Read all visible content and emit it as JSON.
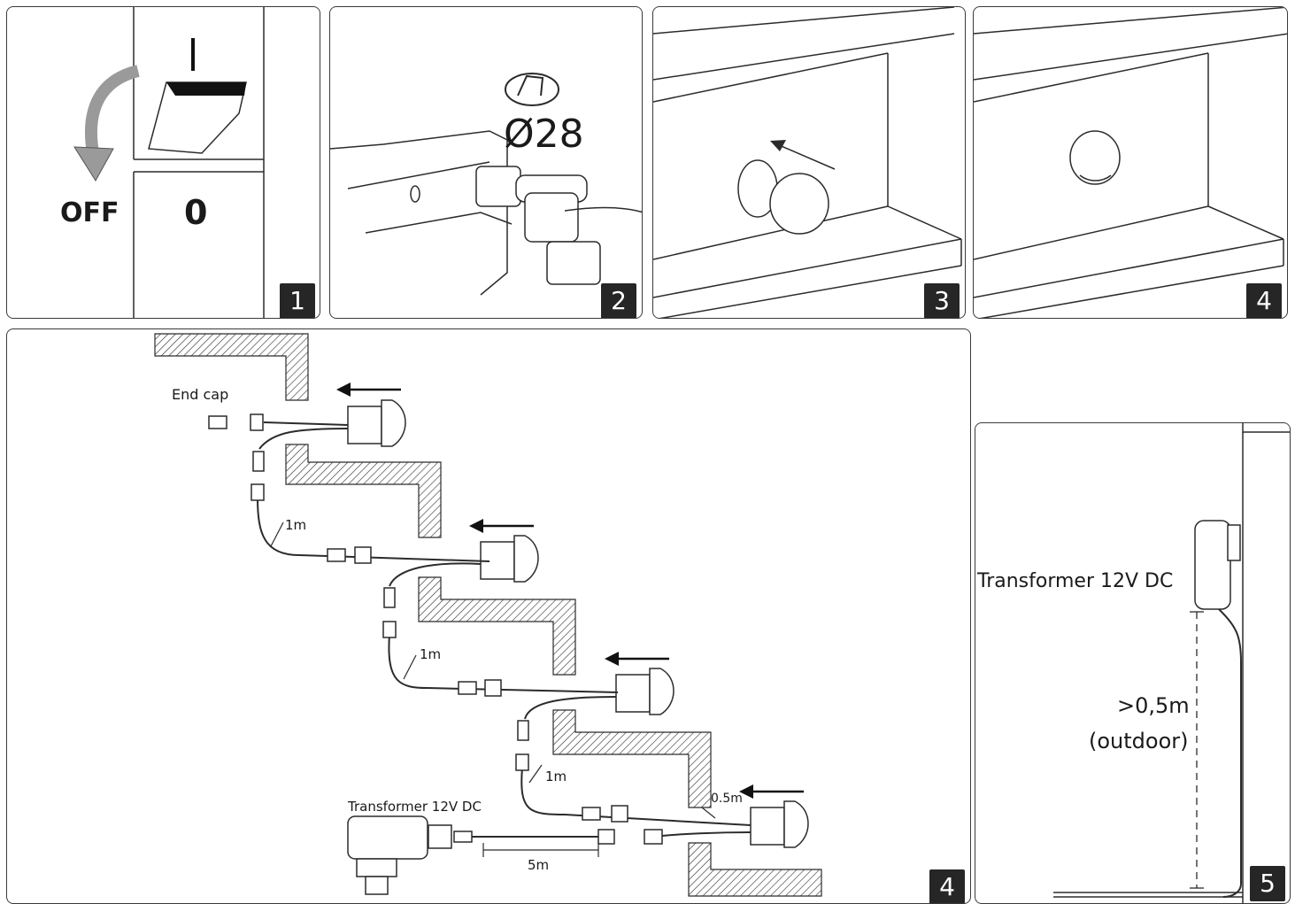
{
  "steps": [
    {
      "number": "1",
      "off_label": "OFF",
      "on_symbol": "I",
      "off_symbol": "0",
      "icon": "switch-off-icon"
    },
    {
      "number": "2",
      "drill_size": "Ø28",
      "icon": "hole-saw-icon"
    },
    {
      "number": "3",
      "icon": "insert-light-icon"
    },
    {
      "number": "4",
      "icon": "mounted-light-icon"
    }
  ],
  "wiring": {
    "number": "4",
    "end_cap": "End cap",
    "cable_1m_a": "1m",
    "cable_1m_b": "1m",
    "cable_1m_c": "1m",
    "cable_05m": "0.5m",
    "cable_5m": "5m",
    "transformer": "Transformer 12V DC"
  },
  "transformer_panel": {
    "number": "5",
    "label": "Transformer 12V DC",
    "height": ">0,5m",
    "note": "(outdoor)"
  },
  "colors": {
    "line": "#2b2b2b",
    "arrow_gray": "#9a9a9a",
    "badge": "#262626"
  }
}
